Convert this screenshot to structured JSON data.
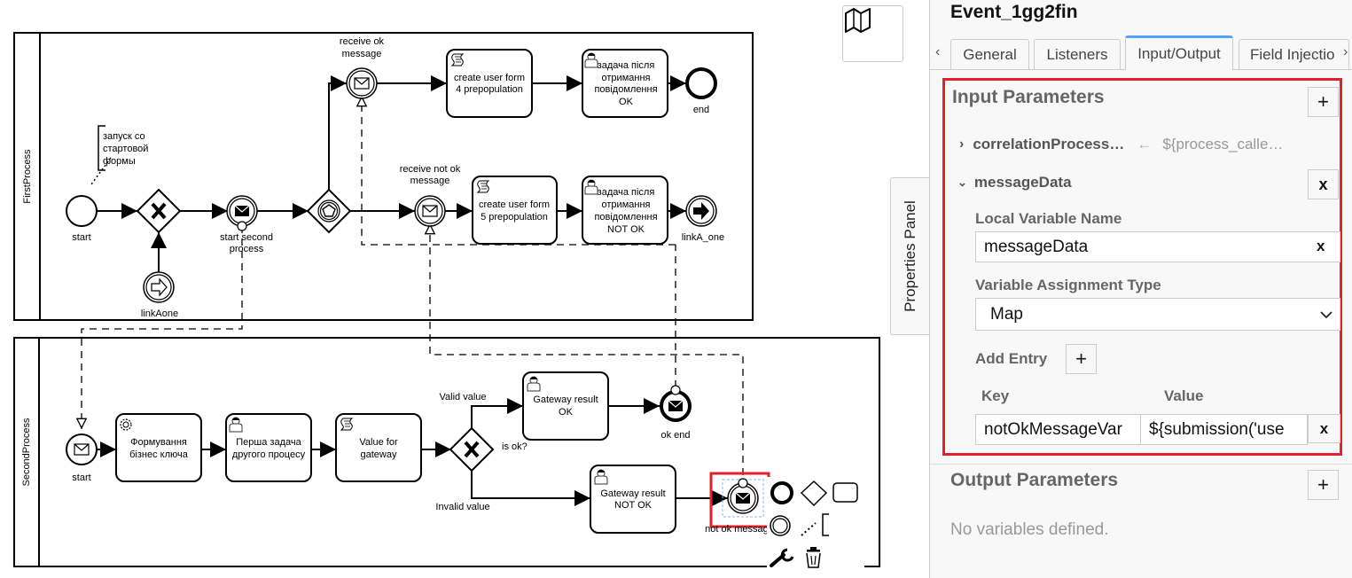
{
  "diagram": {
    "pools": [
      {
        "name": "FirstProcess"
      },
      {
        "name": "SecondProcess"
      }
    ],
    "first_process": {
      "start_event": "start",
      "annotation": [
        "запуск со",
        "стартовой",
        "формы"
      ],
      "link_catch": "linkAone",
      "message_throw": [
        "start second",
        "process"
      ],
      "receive_ok": [
        "receive ok",
        "message"
      ],
      "receive_not_ok": [
        "receive not ok",
        "message"
      ],
      "task_form4": [
        "create user form",
        "4 prepopulation"
      ],
      "task_form5": [
        "create user form",
        "5 prepopulation"
      ],
      "task_user_ok": [
        "задача після",
        "отримання",
        "повідомлення",
        "OK"
      ],
      "task_user_not_ok": [
        "задача після",
        "отримання",
        "повідомлення",
        "NOT OK"
      ],
      "end_event": "end",
      "link_throw": "linkA_one"
    },
    "second_process": {
      "start_event": "start",
      "task_business_key": [
        "Формування",
        "бізнес ключа"
      ],
      "task_first": [
        "Перша задача",
        "другого процесу"
      ],
      "task_value": [
        "Value for",
        "gateway"
      ],
      "gateway": "is ok?",
      "flow_valid": "Valid value",
      "flow_invalid": "Invalid value",
      "task_result_ok": [
        "Gateway result",
        "OK"
      ],
      "task_result_not_ok": [
        "Gateway result",
        "NOT OK"
      ],
      "ok_end": "ok end",
      "selected_end": "not ok message"
    }
  },
  "toolbar": {
    "minimap_icon": "map-icon",
    "properties_toggle": "Properties Panel"
  },
  "panel": {
    "title": "Event_1gg2fin",
    "tabs": [
      {
        "label": "General",
        "active": false
      },
      {
        "label": "Listeners",
        "active": false
      },
      {
        "label": "Input/Output",
        "active": true
      },
      {
        "label": "Field Injectio",
        "active": false
      }
    ],
    "input_parameters": {
      "title": "Input Parameters",
      "add_label": "+",
      "params": [
        {
          "name": "correlationProcess…",
          "value": "${process_calle…",
          "expanded": false
        },
        {
          "name": "messageData",
          "expanded": true,
          "remove_label": "x"
        }
      ],
      "local_variable_name_label": "Local Variable Name",
      "local_variable_name_value": "messageData",
      "assignment_type_label": "Variable Assignment Type",
      "assignment_type_value": "Map",
      "add_entry_label": "Add Entry",
      "key_header": "Key",
      "value_header": "Value",
      "entries": [
        {
          "key": "notOkMessageVar",
          "value": "${submission('use"
        }
      ]
    },
    "output_parameters": {
      "title": "Output Parameters",
      "add_label": "+",
      "empty_text": "No variables defined."
    },
    "highlight_color": "#e3212b",
    "active_tab_color": "#52a1ff"
  }
}
